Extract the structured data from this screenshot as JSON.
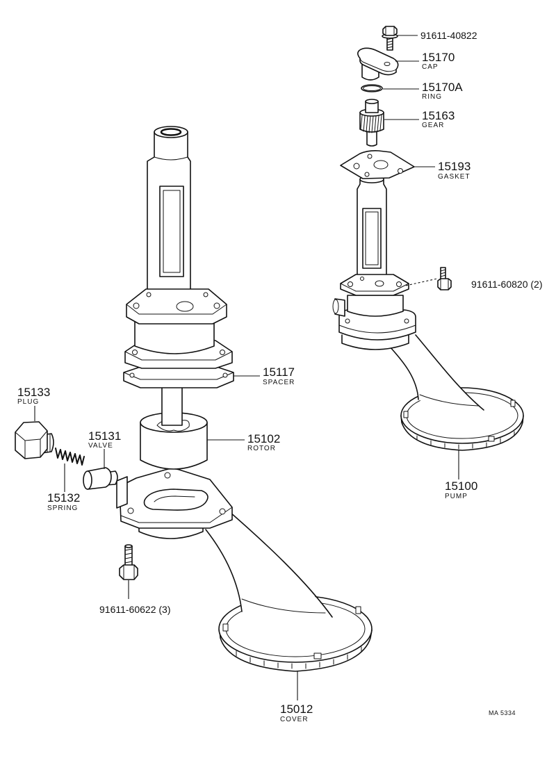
{
  "callouts": [
    {
      "number": "91611-40822"
    },
    {
      "number": "15170",
      "name": "CAP"
    },
    {
      "number": "15170A",
      "name": "RING"
    },
    {
      "number": "15163",
      "name": "GEAR"
    },
    {
      "number": "15193",
      "name": "GASKET"
    },
    {
      "number": "91611-60820 (2)"
    },
    {
      "number": "15117",
      "name": "SPACER"
    },
    {
      "number": "15133",
      "name": "PLUG"
    },
    {
      "number": "15131",
      "name": "VALVE"
    },
    {
      "number": "15102",
      "name": "ROTOR"
    },
    {
      "number": "15132",
      "name": "SPRING"
    },
    {
      "number": "15100",
      "name": "PUMP"
    },
    {
      "number": "91611-60622 (3)"
    },
    {
      "number": "15012",
      "name": "COVER"
    }
  ],
  "drawing_code": "MA 5334",
  "colors": {
    "line": "#111111",
    "background": "#ffffff"
  }
}
